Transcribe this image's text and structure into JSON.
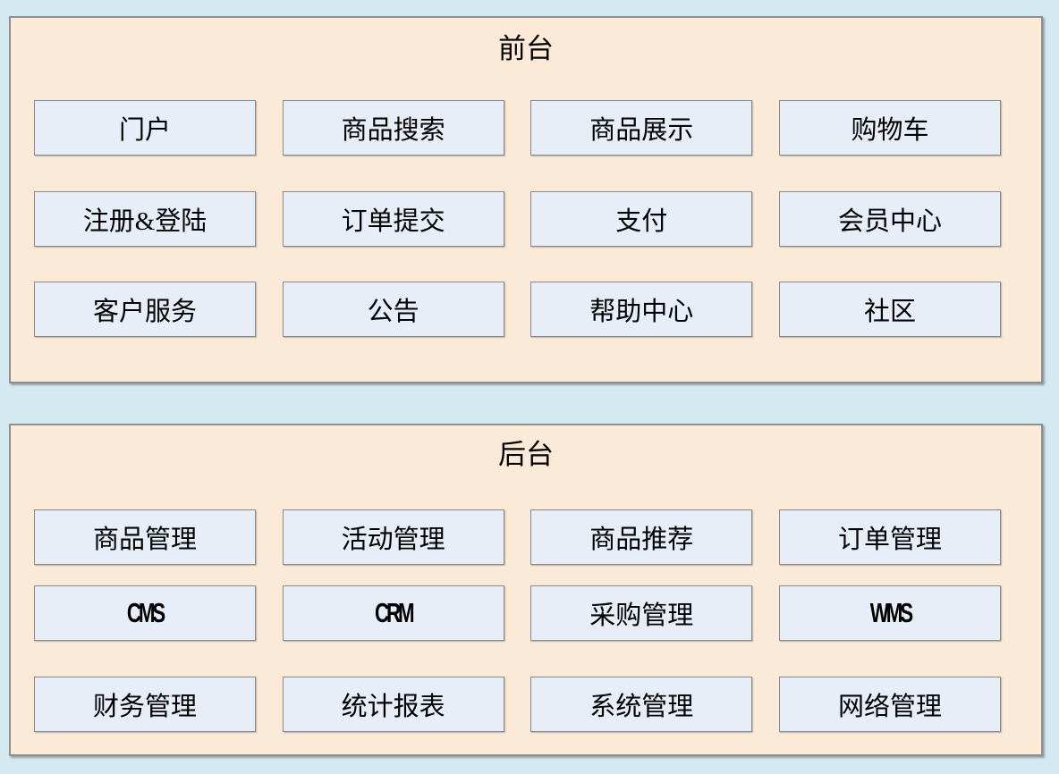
{
  "colors": {
    "page_background": "#d4eaf0",
    "panel_background": "#fcead9",
    "panel_border": "#8e8e8e",
    "box_background": "#e8eef8",
    "box_border": "#8a8a8a",
    "text": "#000000"
  },
  "sections": [
    {
      "id": "frontend",
      "title": "前台",
      "rows": [
        [
          "门户",
          "商品搜索",
          "商品展示",
          "购物车"
        ],
        [
          "注册&登陆",
          "订单提交",
          "支付",
          "会员中心"
        ],
        [
          "客户服务",
          "公告",
          "帮助中心",
          "社区"
        ]
      ]
    },
    {
      "id": "backend",
      "title": "后台",
      "rows": [
        [
          "商品管理",
          "活动管理",
          "商品推荐",
          "订单管理"
        ],
        [
          "CMS",
          "CRM",
          "采购管理",
          "WMS"
        ],
        [
          "财务管理",
          "统计报表",
          "系统管理",
          "网络管理"
        ]
      ]
    }
  ]
}
